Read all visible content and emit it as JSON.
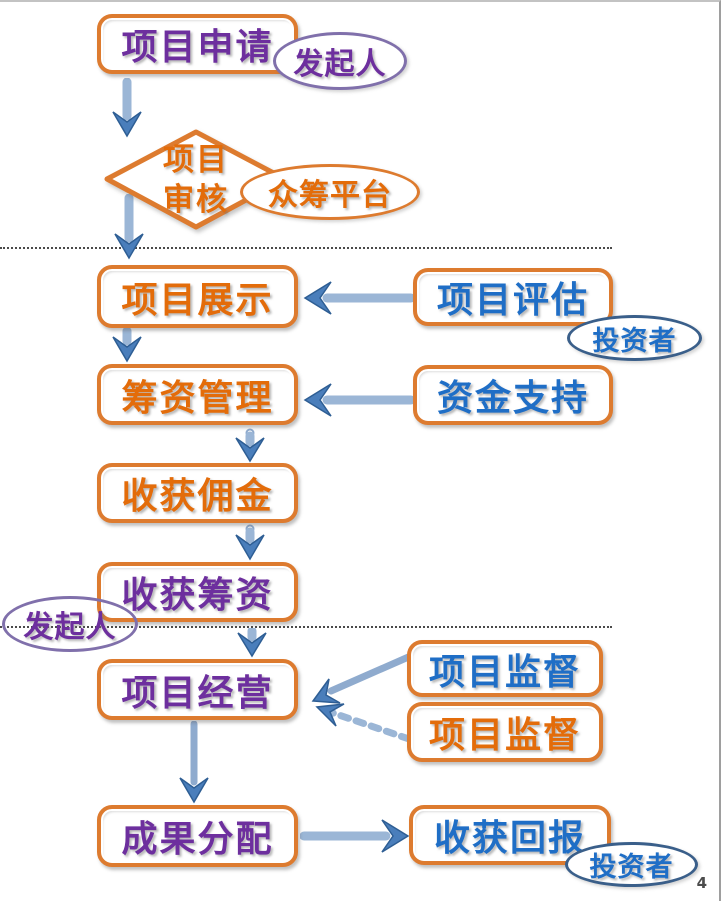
{
  "page": {
    "number": "4"
  },
  "colors": {
    "orange_border": "#dd7b2f",
    "purple_text": "#6d2f9e",
    "orange_text": "#e36c0a",
    "blue_text": "#1f6ec6",
    "arrow_blue": "#4a7ebb",
    "ellipse_purple_border": "#8070ab",
    "ellipse_orange_border": "#dd7b2f",
    "ellipse_blue_border": "#3a5f8a"
  },
  "flow": {
    "project_apply": "项目申请",
    "project_review_line1": "项目",
    "project_review_line2": "审核",
    "project_display": "项目展示",
    "fundraising_mgmt": "筹资管理",
    "receive_commission": "收获佣金",
    "receive_funds": "收获筹资",
    "project_operation": "项目经营",
    "results_distribution": "成果分配",
    "project_evaluation": "项目评估",
    "capital_support": "资金支持",
    "project_supervision_1": "项目监督",
    "project_supervision_2": "项目监督",
    "receive_returns": "收获回报"
  },
  "roles": {
    "initiator_top": "发起人",
    "platform": "众筹平台",
    "investor_top": "投资者",
    "initiator_left": "发起人",
    "investor_bottom": "投资者"
  }
}
